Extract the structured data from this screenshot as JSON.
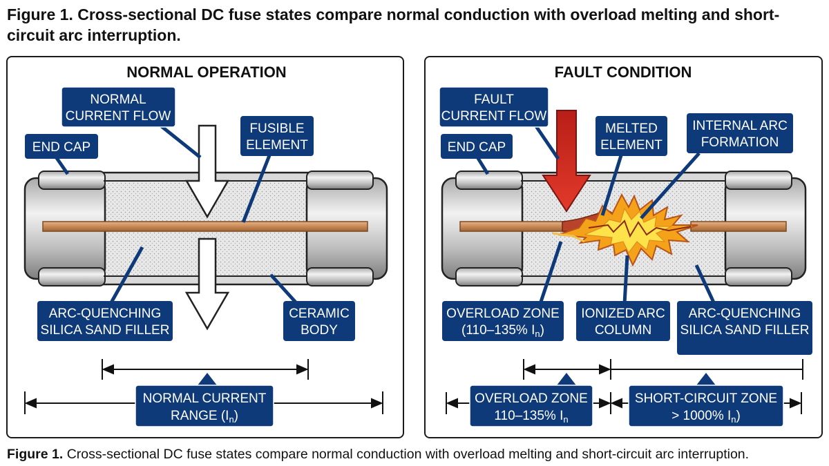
{
  "figure": {
    "top_caption": "Figure 1. Cross-sectional DC fuse states compare normal conduction with overload melting and short-circuit arc interruption.",
    "bottom_caption_lead": "Figure 1.",
    "bottom_caption_text": " Cross-sectional DC fuse states compare normal conduction with overload melting and short-circuit arc interruption."
  },
  "left_panel": {
    "title": "NORMAL OPERATION",
    "labels": {
      "normal_current_flow": [
        "NORMAL",
        "CURRENT FLOW"
      ],
      "end_cap": [
        "END CAP"
      ],
      "fusible_element": [
        "FUSIBLE",
        "ELEMENT"
      ],
      "arc_quenching": [
        "ARC-QUENCHING",
        "SILICA SAND FILLER"
      ],
      "ceramic_body": [
        "CERAMIC",
        "BODY"
      ],
      "normal_current_range": [
        "NORMAL CURRENT",
        "RANGE (I",
        "n",
        ")"
      ]
    }
  },
  "right_panel": {
    "title": "FAULT CONDITION",
    "labels": {
      "fault_current_flow": [
        "FAULT",
        "CURRENT FLOW"
      ],
      "end_cap": [
        "END CAP"
      ],
      "melted_element": [
        "MELTED",
        "ELEMENT"
      ],
      "internal_arc": [
        "INTERNAL ARC",
        "FORMATION"
      ],
      "overload_zone": [
        "OVERLOAD ZONE",
        "(110–135% I",
        "n",
        ")"
      ],
      "ionized_arc": [
        "IONIZED ARC",
        "COLUMN"
      ],
      "arc_quenching": [
        "ARC-QUENCHING",
        "SILICA SAND FILLER"
      ],
      "overload_zone_dim": [
        "OVERLOAD ZONE",
        "110–135% I",
        "n"
      ],
      "short_circuit_zone": [
        "SHORT-CIRCUIT ZONE",
        "> 1000% I",
        "n",
        ")"
      ]
    }
  },
  "colors": {
    "label_fill": "#0e3a7a",
    "element_copper": "#c98a55",
    "fault_arrow": "#c8281e",
    "flame_outer": "#f5a21b",
    "flame_inner": "#fde24a",
    "sand": "#e6e6e6"
  }
}
